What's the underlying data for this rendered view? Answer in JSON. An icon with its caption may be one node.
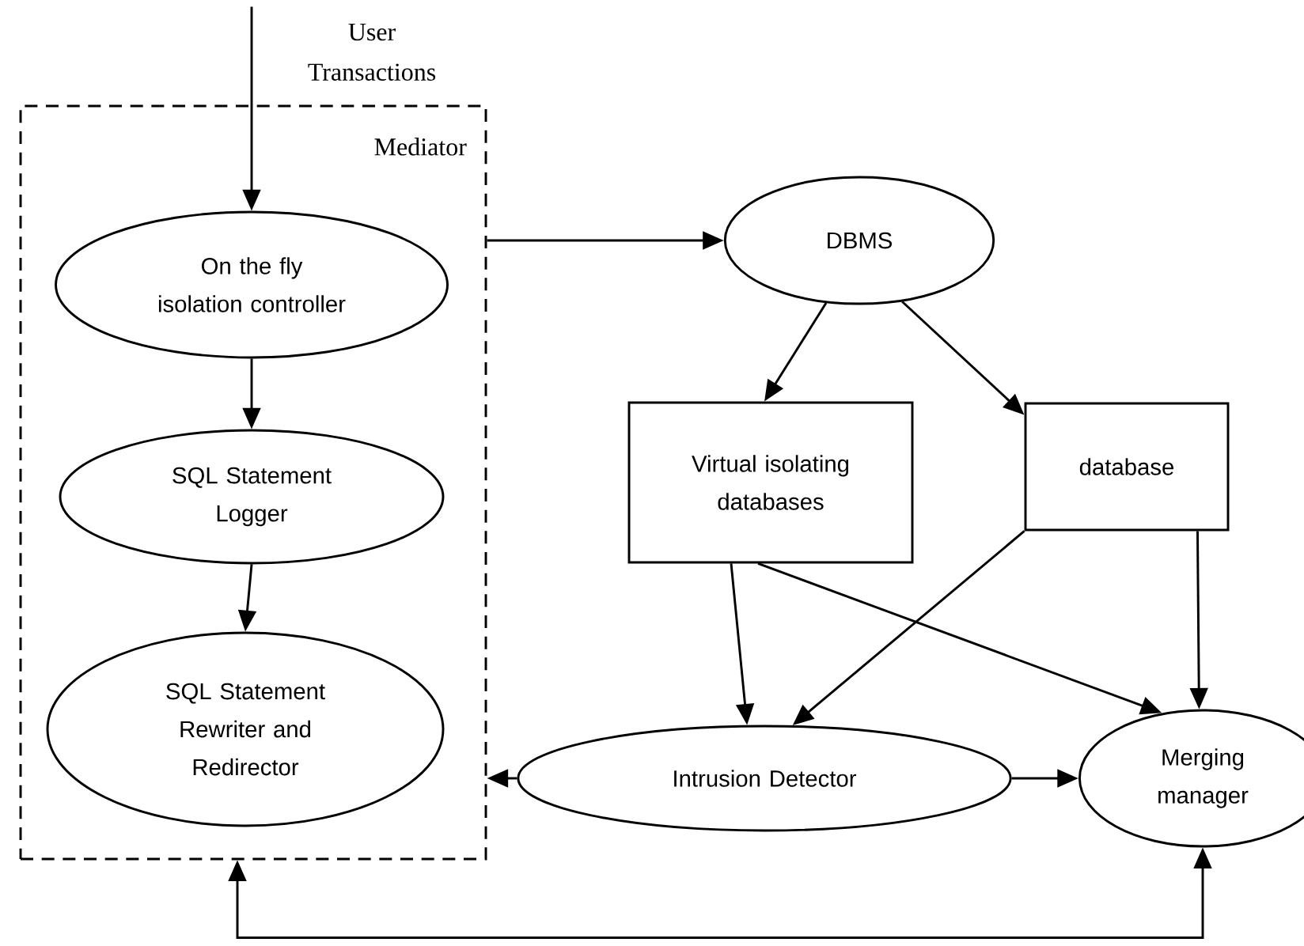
{
  "diagram": {
    "nodes": [
      {
        "text": [
          "Mediator"
        ]
      },
      {
        "text": [
          "On the fly isolation controller"
        ],
        "in": 0
      },
      {
        "text": [
          "SQL Statement Logger"
        ],
        "in": 0
      },
      {
        "text": [
          "SQL Statement Rewriter and Redirector"
        ],
        "in": 0
      },
      {
        "text": [
          "DBMS"
        ]
      },
      {
        "text": [
          "Virtual isolating databases"
        ]
      },
      {
        "text": [
          "database"
        ]
      },
      {
        "text": [
          "Intrusion Detector"
        ]
      },
      {
        "text": [
          "Merging manager"
        ]
      }
    ],
    "edges": [
      {
        "from": null,
        "to": 1,
        "arrow": "to",
        "label": "User Transactions"
      },
      {
        "from": 1,
        "to": 2,
        "arrow": "to"
      },
      {
        "from": 2,
        "to": 3,
        "arrow": "to"
      },
      {
        "from": 0,
        "to": 4,
        "arrow": "to"
      },
      {
        "from": 4,
        "to": 5,
        "arrow": "to"
      },
      {
        "from": 4,
        "to": 6,
        "arrow": "to"
      },
      {
        "from": 5,
        "to": 7,
        "arrow": "to"
      },
      {
        "from": 5,
        "to": 8,
        "arrow": "to"
      },
      {
        "from": 6,
        "to": 7,
        "arrow": "to"
      },
      {
        "from": 6,
        "to": 8,
        "arrow": "to"
      },
      {
        "from": 7,
        "to": 0,
        "arrow": "to"
      },
      {
        "from": 7,
        "to": 8,
        "arrow": "to"
      },
      {
        "from": 0,
        "to": 8,
        "arrow": "both"
      }
    ]
  }
}
